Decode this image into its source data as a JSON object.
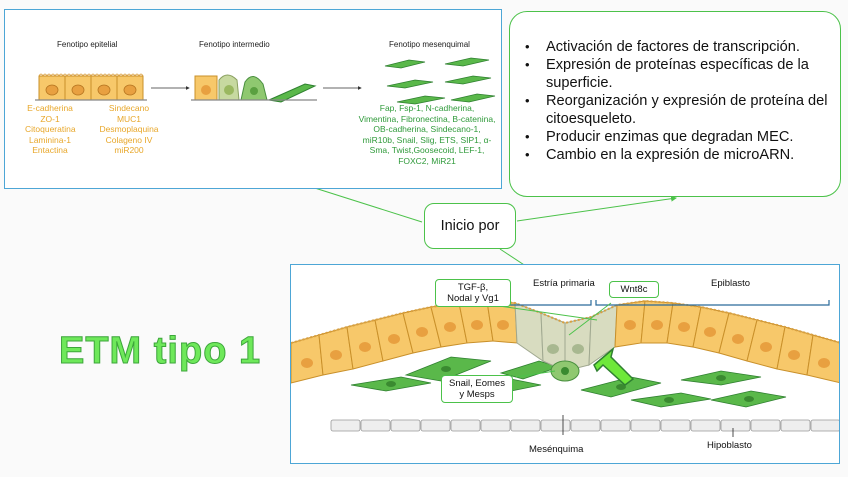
{
  "top_panel": {
    "epithelial": {
      "title": "Fenotipo epitelial",
      "markers_left": [
        "E-cadherina",
        "ZO-1",
        "Citoqueratina",
        "Laminina-1",
        "Entactina"
      ],
      "markers_right": [
        "Sindecano",
        "MUC1",
        "Desmoplaquina",
        "Colageno IV",
        "miR200"
      ]
    },
    "intermediate": {
      "title": "Fenotipo intermedio"
    },
    "mesenchymal": {
      "title": "Fenotipo mesenquimal",
      "markers": [
        "Fap, Fsp-1, N-cadherina,",
        "Vimentina, Fibronectina, B-catenina,",
        "OB-cadherina, Sindecano-1,",
        "miR10b, Snail, Slig, ETS, SIP1, α-",
        "Sma, Twist,Goosecoid, LEF-1,",
        "FOXC2, MiR21"
      ]
    }
  },
  "bullets": [
    "Activación de factores de transcripción.",
    "Expresión de proteínas específicas de la superficie.",
    "Reorganización y expresión de proteína del citoesqueleto.",
    "Producir enzimas que degradan MEC.",
    "Cambio en la expresión de microARN."
  ],
  "center_box": "Inicio por",
  "main_title": "ETM tipo 1",
  "embryo": {
    "tgf_label": [
      "TGF-β,",
      "Nodal y Vg1"
    ],
    "wnt_label": "Wnt8c",
    "primitive_streak": "Estría primaria",
    "epiblast": "Epiblasto",
    "snail_label": [
      "Snail, Eomes",
      "y Mesps"
    ],
    "mesenchyme": "Mesénquima",
    "hypoblast": "Hipoblasto"
  },
  "colors": {
    "panel_border": "#4da6d6",
    "green_border": "#4cc24a",
    "title_green": "#6ee85a",
    "epithelial_text": "#e8a72a",
    "mesenchymal_text": "#2f9a3a",
    "epithelial_cell": "#f7c86a",
    "mesenchymal_cell": "#5ab84a"
  },
  "icons": [
    "transition-arrow-icon",
    "signal-arrow-icon"
  ]
}
